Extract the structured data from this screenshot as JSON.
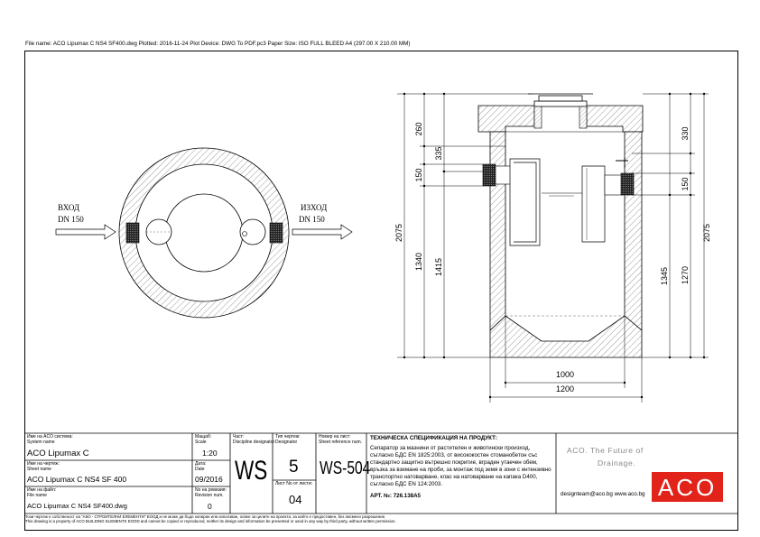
{
  "header": {
    "file_info": "File name: ACO Lipumax C NS4 SF400.dwg   Plotted: 2016-11-24   Plot Device: DWG To PDF.pc3   Paper Size: ISO FULL BLEED A4 (297.00 X 210.00 MM)"
  },
  "plan_view": {
    "inlet_label": "ВХОД",
    "inlet_size": "DN 150",
    "outlet_label": "ИЗХОД",
    "outlet_size": "DN 150"
  },
  "section_view": {
    "dims": {
      "d260": "260",
      "d335": "335",
      "d150_left": "150",
      "d2075_left": "2075",
      "d1340": "1340",
      "d1415": "1415",
      "d330": "330",
      "d150_right": "150",
      "d2075_right": "2075",
      "d1345": "1345",
      "d1270": "1270",
      "d1000": "1000",
      "d1200": "1200"
    }
  },
  "title_block": {
    "system_label_bg": "Име на ACO система:",
    "system_label_en": "System name",
    "system_value": "ACO Lipumax C",
    "drawing_label_bg": "Име на чертеж:",
    "drawing_label_en": "Sheet name",
    "drawing_value": "ACO Lipumax C  NS4 SF 400",
    "file_label_bg": "Име на файл:",
    "file_label_en": "File name",
    "file_value": "ACO Lipumax C NS4 SF400.dwg",
    "scale_label_bg": "Мащаб:",
    "scale_label_en": "Scale",
    "scale_value": "1:20",
    "date_label_bg": "Дата:",
    "date_label_en": "Date",
    "date_value": "09/2016",
    "revision_label_bg": "No на ревизия:",
    "revision_label_en": "Revision num.",
    "revision_value": "0",
    "part_label_bg": "Част:",
    "part_label_en": "Discipline designator",
    "part_value": "WS",
    "type_label_bg": "Тип чертеж:",
    "type_label_en": "Designator",
    "type_value": "5",
    "sheet_no_label": "Лист No от листи:",
    "sheet_no_value": "04",
    "number_label_bg": "Номер на лист:",
    "number_label_en": "Sheet reference num.",
    "number_value": "WS-504",
    "spec_title": "ТЕХНИЧЕСКА СПЕЦИФИКАЦИЯ НА ПРОДУКТ:",
    "spec_lines": [
      "Сепаратор за мазнини от растителен и животински произход,",
      "съгласно БДС EN 1825:2003, от висококостен стоманобетон със",
      "стандартно защитно вътрешно покритие, вграден утаечен обем,",
      "връзка за вземане на проби, за монтаж под земя в зони с интензивно",
      "транспортно натоварване, клас на натоварване на капака D400,",
      "съгласно БДС EN 124:2003."
    ],
    "article_no": "АРТ. №: 726.138А5",
    "brand_tagline_1": "ACO. The Future of",
    "brand_tagline_2": "Drainage.",
    "contact": "designteam@aco.bg  www.aco.bg",
    "logo_text": "ACO",
    "logo_color": "#e2231a"
  },
  "footer": {
    "line1": "Този чертеж е собственост на \"АКО - СТРОИТЕЛНИ ЕЛЕМЕНТИ\" ЕООД и не може да бъде копиран или използван, освен за целите на проекта, за който е предоставен, без писмено разрешение.",
    "line2": "This drawing is a property of ACO BUILDING ELEMENTS EOOD and cannot be copied or reproduced, neither its design and information be presented or used in any way by third party, without written permission."
  }
}
